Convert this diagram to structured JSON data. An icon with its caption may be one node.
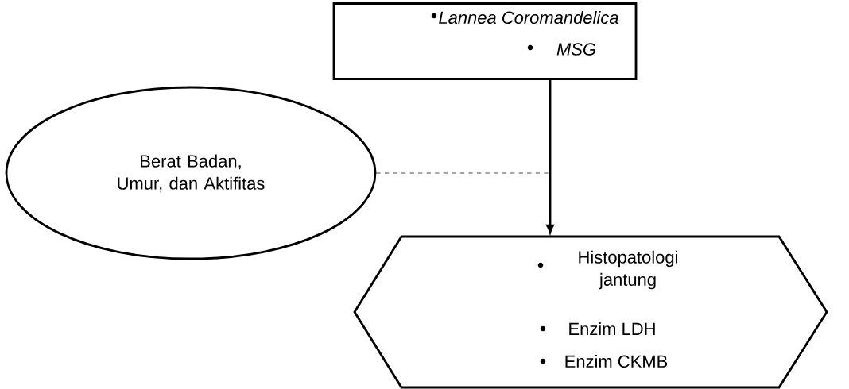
{
  "diagram": {
    "nodes": [
      {
        "text": [
          "*Lannea Coromandelica*",
          "*MSG*"
        ]
      },
      {
        "text": [
          "Berat Badan, Umur, dan Aktifitas"
        ]
      },
      {
        "text": [
          "Histopatologi jantung",
          "Enzim LDH",
          "Enzim CKMB"
        ]
      }
    ],
    "edges": [
      {
        "from": 0,
        "to": 2,
        "arrow": "to",
        "style": "thick"
      },
      {
        "from": 1,
        "to": null,
        "arrow": "none",
        "style": "dashed"
      }
    ]
  }
}
